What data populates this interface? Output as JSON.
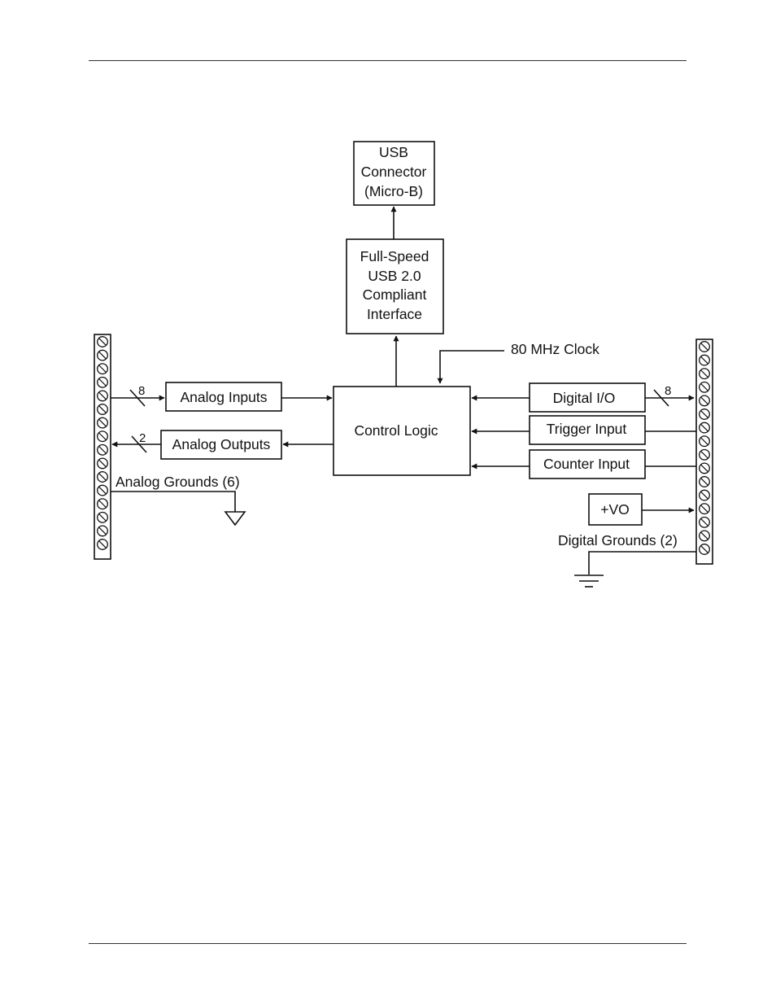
{
  "diagram": {
    "usb_connector": [
      "USB",
      "Connector",
      "(Micro-B)"
    ],
    "usb_interface": [
      "Full-Speed",
      "USB 2.0",
      "Compliant",
      "Interface"
    ],
    "clock_label": "80 MHz Clock",
    "control_logic": "Control Logic",
    "analog_inputs": "Analog Inputs",
    "analog_inputs_width": "8",
    "analog_outputs": "Analog Outputs",
    "analog_outputs_width": "2",
    "analog_grounds": "Analog Grounds (6)",
    "digital_io": "Digital I/O",
    "digital_io_width": "8",
    "trigger_input": "Trigger Input",
    "counter_input": "Counter Input",
    "vo": "+VO",
    "digital_grounds": "Digital Grounds (2)"
  }
}
